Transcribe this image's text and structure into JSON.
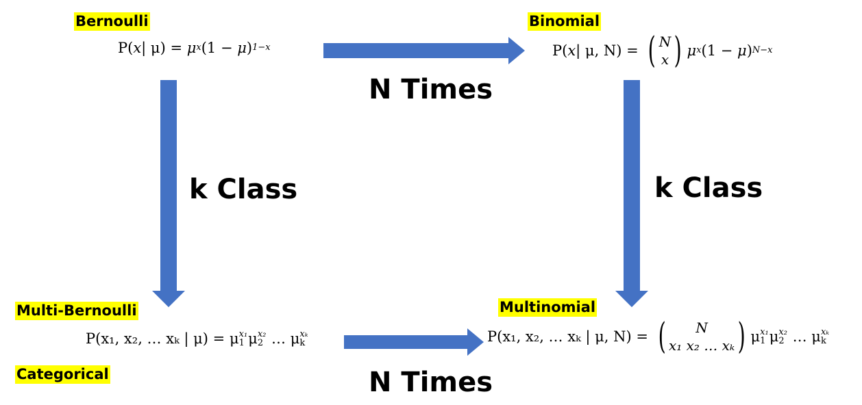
{
  "colors": {
    "arrow": "#4472C4",
    "highlight": "#FFFF00"
  },
  "nodes": {
    "bernoulli": {
      "label": "Bernoulli"
    },
    "binomial": {
      "label": "Binomial"
    },
    "multi_bernoulli": {
      "label": "Multi-Bernoulli"
    },
    "categorical": {
      "label": "Categorical"
    },
    "multinomial": {
      "label": "Multinomial"
    }
  },
  "edges": {
    "top": {
      "label": "N Times"
    },
    "bottom": {
      "label": "N Times"
    },
    "left": {
      "label": "k Class"
    },
    "right": {
      "label": "k Class"
    }
  },
  "formulas": {
    "bernoulli": {
      "p": "P(",
      "x": "x",
      "given": "| μ) = ",
      "mu": "μ",
      "exp_x": "x",
      "mid": "(1 − ",
      "mu2": "μ",
      "close": ")",
      "exp": "1−x"
    },
    "binomial": {
      "p": "P(",
      "x": "x",
      "given": "| μ, N) = ",
      "n_top": "N",
      "x_bottom": "x",
      "mu": "μ",
      "exp_x": "x",
      "mid": "(1 − ",
      "mu2": "μ",
      "close": ")",
      "exp": "N−x"
    },
    "categorical": {
      "lhs": "P(x₁, x₂, … xₖ | μ) = ",
      "t1_sup": "x₁",
      "t1_sub": "1",
      "t2_sup": "x₂",
      "t2_sub": "2",
      "dots": " … ",
      "tk_sup": "xₖ",
      "tk_sub": "k",
      "mu": "μ"
    },
    "multinomial": {
      "lhs": "P(x₁, x₂, … xₖ | μ, N) = ",
      "n_top": "N",
      "x_bottom": "x₁ x₂ … xₖ",
      "t1_sup": "x₁",
      "t1_sub": "1",
      "t2_sup": "x₂",
      "t2_sub": "2",
      "dots": " … ",
      "tk_sup": "xₖ",
      "tk_sub": "k",
      "mu": "μ"
    }
  }
}
